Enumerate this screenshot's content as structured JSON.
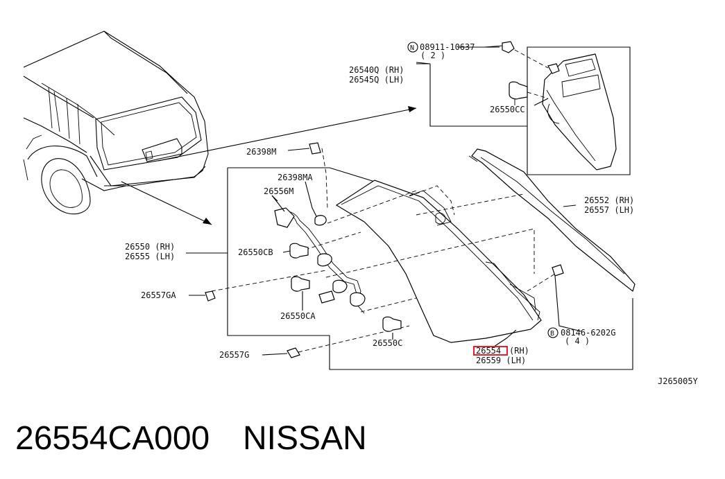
{
  "labels": {
    "bolt_top": "08911-10637",
    "bolt_top_qty": "( 2 )",
    "bolt_symbol_n": "N",
    "side_lamp_rh": "26540Q (RH)",
    "side_lamp_lh": "26545Q (LH)",
    "bulb_cc": "26550CC",
    "screw": "26398M",
    "clip": "26398MA",
    "harness": "26556M",
    "lamp_rh": "26550 (RH)",
    "lamp_lh": "26555 (LH)",
    "bulb_cb": "26550CB",
    "grommet_ga": "26557GA",
    "bulb_ca": "26550CA",
    "bulb_c": "26550C",
    "grommet_g": "26557G",
    "gasket_rh": "26552 (RH)",
    "gasket_lh": "26557 (LH)",
    "bolt_b": "08146-6202G",
    "bolt_b_qty": "( 4 )",
    "bolt_symbol_b": "B",
    "lens_rh_part": "26554",
    "lens_rh_suffix": "(RH)",
    "lens_lh": "26559 (LH)",
    "diagram_code": "J265005Y"
  },
  "caption": {
    "part_number": "26554CA000",
    "brand": "NISSAN"
  },
  "highlight_color": "#e0202a"
}
